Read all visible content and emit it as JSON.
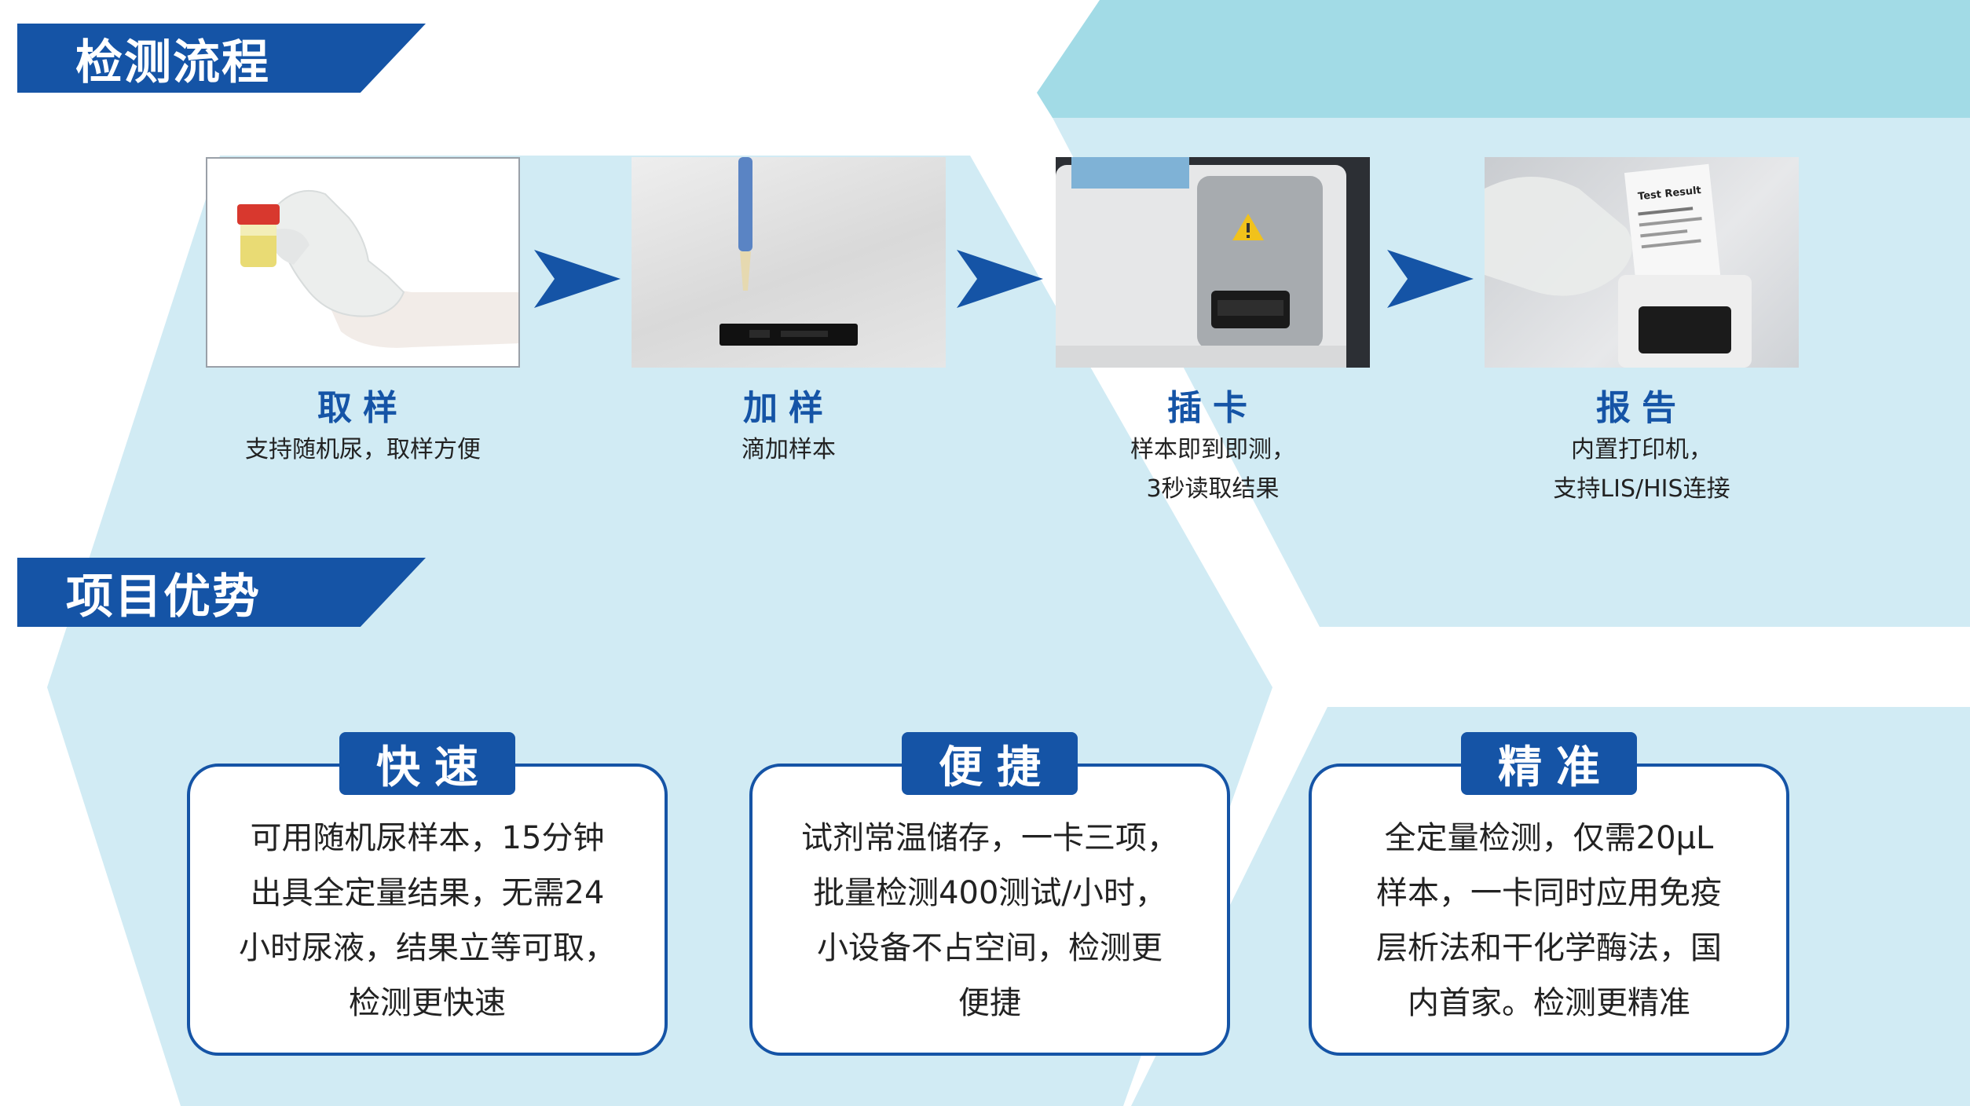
{
  "colors": {
    "brand_blue": "#1554a6",
    "light_cyan": "#a2dbe6",
    "pale_blue": "#d1ebf4"
  },
  "process": {
    "title": "检测流程",
    "steps": [
      {
        "title": "取样",
        "desc": [
          "支持随机尿，取样方便"
        ]
      },
      {
        "title": "加样",
        "desc": [
          "滴加样本"
        ]
      },
      {
        "title": "插卡",
        "desc": [
          "样本即到即测，",
          "3秒读取结果"
        ]
      },
      {
        "title": "报告",
        "desc": [
          "内置打印机，",
          "支持LIS/HIS连接"
        ]
      }
    ],
    "arrow_icon": "chevron-right-icon"
  },
  "advantages": {
    "title": "项目优势",
    "cards": [
      {
        "title": "快速",
        "lines": [
          "可用随机尿样本，15分钟",
          "出具全定量结果，无需24",
          "小时尿液，结果立等可取，",
          "检测更快速"
        ]
      },
      {
        "title": "便捷",
        "lines": [
          "试剂常温储存，一卡三项，",
          "批量检测400测试/小时，",
          "小设备不占空间，检测更",
          "便捷"
        ]
      },
      {
        "title": "精准",
        "lines": [
          "全定量检测，仅需20μL",
          "样本，一卡同时应用免疫",
          "层析法和干化学酶法，国",
          "内首家。检测更精准"
        ]
      }
    ]
  },
  "receipt_text": "Test Result"
}
